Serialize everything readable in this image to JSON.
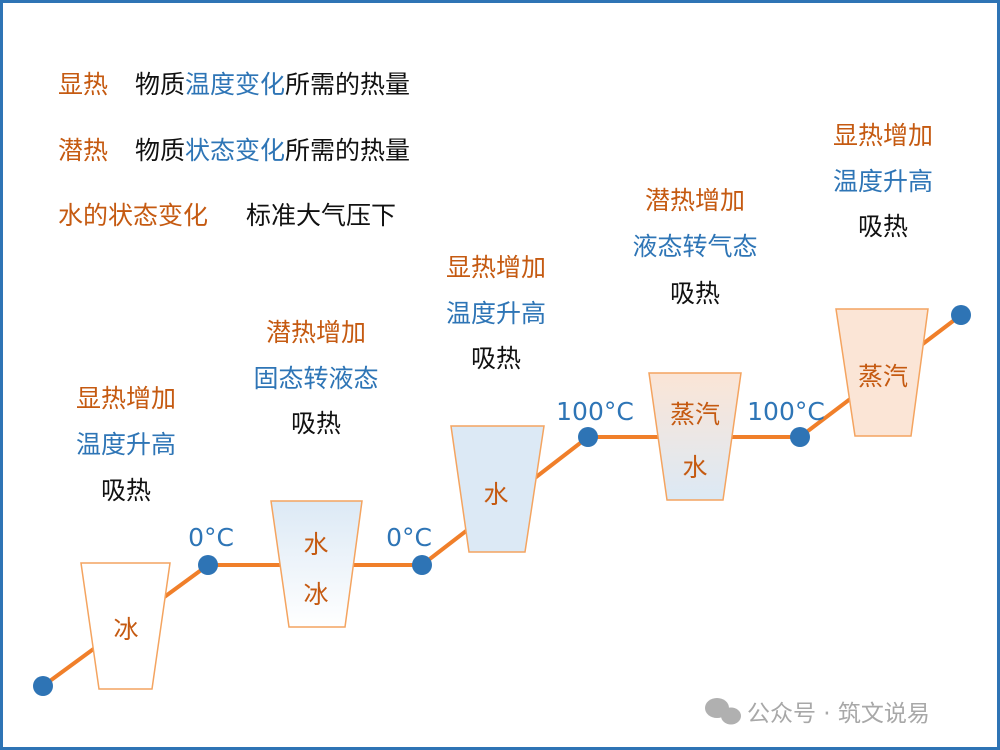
{
  "legend": [
    {
      "term": "显热",
      "pre": "物质",
      "highlight": "温度变化",
      "post": "所需的热量"
    },
    {
      "term": "潜热",
      "pre": "物质",
      "highlight": "状态变化",
      "post": "所需的热量"
    },
    {
      "term": "水的状态变化",
      "pre": "标准大气压下",
      "highlight": "",
      "post": ""
    }
  ],
  "stages": [
    {
      "heat": "显热增加",
      "change": "温度升高",
      "action": "吸热",
      "cup_top": "冰",
      "cup_bottom": ""
    },
    {
      "heat": "潜热增加",
      "change": "固态转液态",
      "action": "吸热",
      "cup_top": "水",
      "cup_bottom": "冰"
    },
    {
      "heat": "显热增加",
      "change": "温度升高",
      "action": "吸热",
      "cup_top": "水",
      "cup_bottom": ""
    },
    {
      "heat": "潜热增加",
      "change": "液态转气态",
      "action": "吸热",
      "cup_top": "蒸汽",
      "cup_bottom": "水"
    },
    {
      "heat": "显热增加",
      "change": "温度升高",
      "action": "吸热",
      "cup_top": "蒸汽",
      "cup_bottom": ""
    }
  ],
  "temps": [
    "0°C",
    "0°C",
    "100°C",
    "100°C"
  ],
  "watermark": "公众号 · 筑文说易",
  "colors": {
    "orange": "#c55a11",
    "blue": "#2e75b6",
    "line": "#f07f2a",
    "dot": "#2e74b5",
    "ice_blue": "#dce9f5",
    "steam": "#fbe5d6"
  }
}
